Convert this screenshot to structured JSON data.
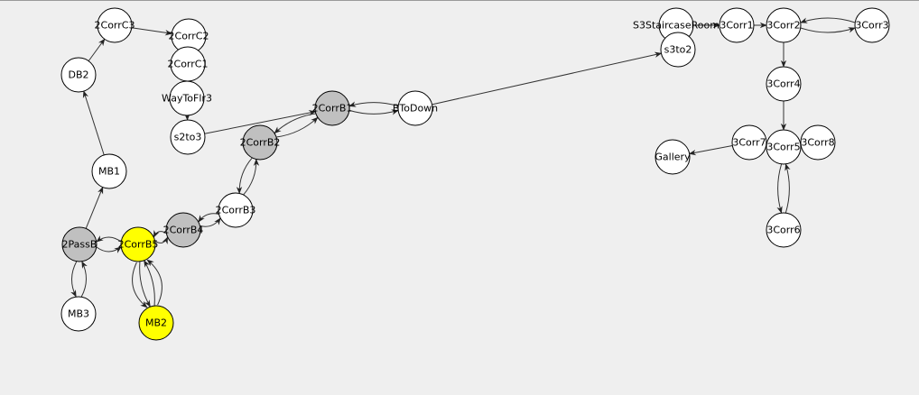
{
  "colors": {
    "background": "#efefef",
    "default_fill": "#ffffff",
    "visited_fill": "#c0c0c0",
    "highlight_fill": "#ffff00",
    "stroke": "#000000",
    "edge": "#333333"
  },
  "nodes": [
    {
      "id": "DB2",
      "label": "DB2",
      "state": "default"
    },
    {
      "id": "2CorrC3",
      "label": "2CorrC3",
      "state": "default"
    },
    {
      "id": "2CorrC2",
      "label": "2CorrC2",
      "state": "default"
    },
    {
      "id": "2CorrC1",
      "label": "2CorrC1",
      "state": "default"
    },
    {
      "id": "WayToFlr3",
      "label": "WayToFlr3",
      "state": "default"
    },
    {
      "id": "s2to3",
      "label": "s2to3",
      "state": "default"
    },
    {
      "id": "MB1",
      "label": "MB1",
      "state": "default"
    },
    {
      "id": "2PassB",
      "label": "2PassB",
      "state": "visited"
    },
    {
      "id": "MB3",
      "label": "MB3",
      "state": "default"
    },
    {
      "id": "2CorrB5",
      "label": "2CorrB5",
      "state": "highlight"
    },
    {
      "id": "MB2",
      "label": "MB2",
      "state": "highlight"
    },
    {
      "id": "2CorrB4",
      "label": "2CorrB4",
      "state": "visited"
    },
    {
      "id": "2CorrB3",
      "label": "2CorrB3",
      "state": "default"
    },
    {
      "id": "2CorrB2",
      "label": "2CorrB2",
      "state": "visited"
    },
    {
      "id": "2CorrB1",
      "label": "2CorrB1",
      "state": "visited"
    },
    {
      "id": "BToDown",
      "label": "BToDown",
      "state": "default"
    },
    {
      "id": "S3StaircaseRoom",
      "label": "S3StaircaseRoom",
      "state": "default"
    },
    {
      "id": "s3to2",
      "label": "s3to2",
      "state": "default"
    },
    {
      "id": "3Corr1",
      "label": "3Corr1",
      "state": "default"
    },
    {
      "id": "3Corr2",
      "label": "3Corr2",
      "state": "default"
    },
    {
      "id": "3Corr3",
      "label": "3Corr3",
      "state": "default"
    },
    {
      "id": "3Corr4",
      "label": "3Corr4",
      "state": "default"
    },
    {
      "id": "3Corr5",
      "label": "3Corr5",
      "state": "default"
    },
    {
      "id": "3Corr7",
      "label": "3Corr7",
      "state": "default"
    },
    {
      "id": "3Corr8",
      "label": "3Corr8",
      "state": "default"
    },
    {
      "id": "Gallery",
      "label": "Gallery",
      "state": "default"
    },
    {
      "id": "3Corr6",
      "label": "3Corr6",
      "state": "default"
    }
  ],
  "edges": [
    {
      "from": "MB1",
      "to": "DB2"
    },
    {
      "from": "DB2",
      "to": "2CorrC3"
    },
    {
      "from": "2CorrC3",
      "to": "2CorrC2"
    },
    {
      "from": "2CorrC2",
      "to": "2CorrC1"
    },
    {
      "from": "2CorrC1",
      "to": "WayToFlr3"
    },
    {
      "from": "WayToFlr3",
      "to": "s2to3"
    },
    {
      "from": "s2to3",
      "to": "2CorrB1"
    },
    {
      "from": "2PassB",
      "to": "MB1"
    },
    {
      "from": "2PassB",
      "to": "MB3"
    },
    {
      "from": "MB3",
      "to": "2PassB"
    },
    {
      "from": "2PassB",
      "to": "2CorrB5"
    },
    {
      "from": "2CorrB5",
      "to": "2PassB"
    },
    {
      "from": "2CorrB5",
      "to": "MB2"
    },
    {
      "from": "MB2",
      "to": "2CorrB5"
    },
    {
      "from": "2CorrB5",
      "to": "MB2"
    },
    {
      "from": "MB2",
      "to": "2CorrB5"
    },
    {
      "from": "2CorrB4",
      "to": "2CorrB5"
    },
    {
      "from": "2CorrB5",
      "to": "2CorrB4"
    },
    {
      "from": "2CorrB4",
      "to": "2CorrB3"
    },
    {
      "from": "2CorrB3",
      "to": "2CorrB4"
    },
    {
      "from": "2CorrB3",
      "to": "2CorrB2"
    },
    {
      "from": "2CorrB2",
      "to": "2CorrB3"
    },
    {
      "from": "2CorrB2",
      "to": "2CorrB1"
    },
    {
      "from": "2CorrB1",
      "to": "2CorrB2"
    },
    {
      "from": "2CorrB1",
      "to": "BToDown"
    },
    {
      "from": "BToDown",
      "to": "2CorrB1"
    },
    {
      "from": "BToDown",
      "to": "s3to2"
    },
    {
      "from": "S3StaircaseRoom",
      "to": "3Corr1"
    },
    {
      "from": "3Corr1",
      "to": "3Corr2"
    },
    {
      "from": "3Corr2",
      "to": "3Corr3"
    },
    {
      "from": "3Corr3",
      "to": "3Corr2"
    },
    {
      "from": "3Corr2",
      "to": "3Corr4"
    },
    {
      "from": "3Corr4",
      "to": "3Corr5"
    },
    {
      "from": "3Corr7",
      "to": "Gallery"
    },
    {
      "from": "3Corr5",
      "to": "3Corr6"
    },
    {
      "from": "3Corr6",
      "to": "3Corr5"
    }
  ]
}
